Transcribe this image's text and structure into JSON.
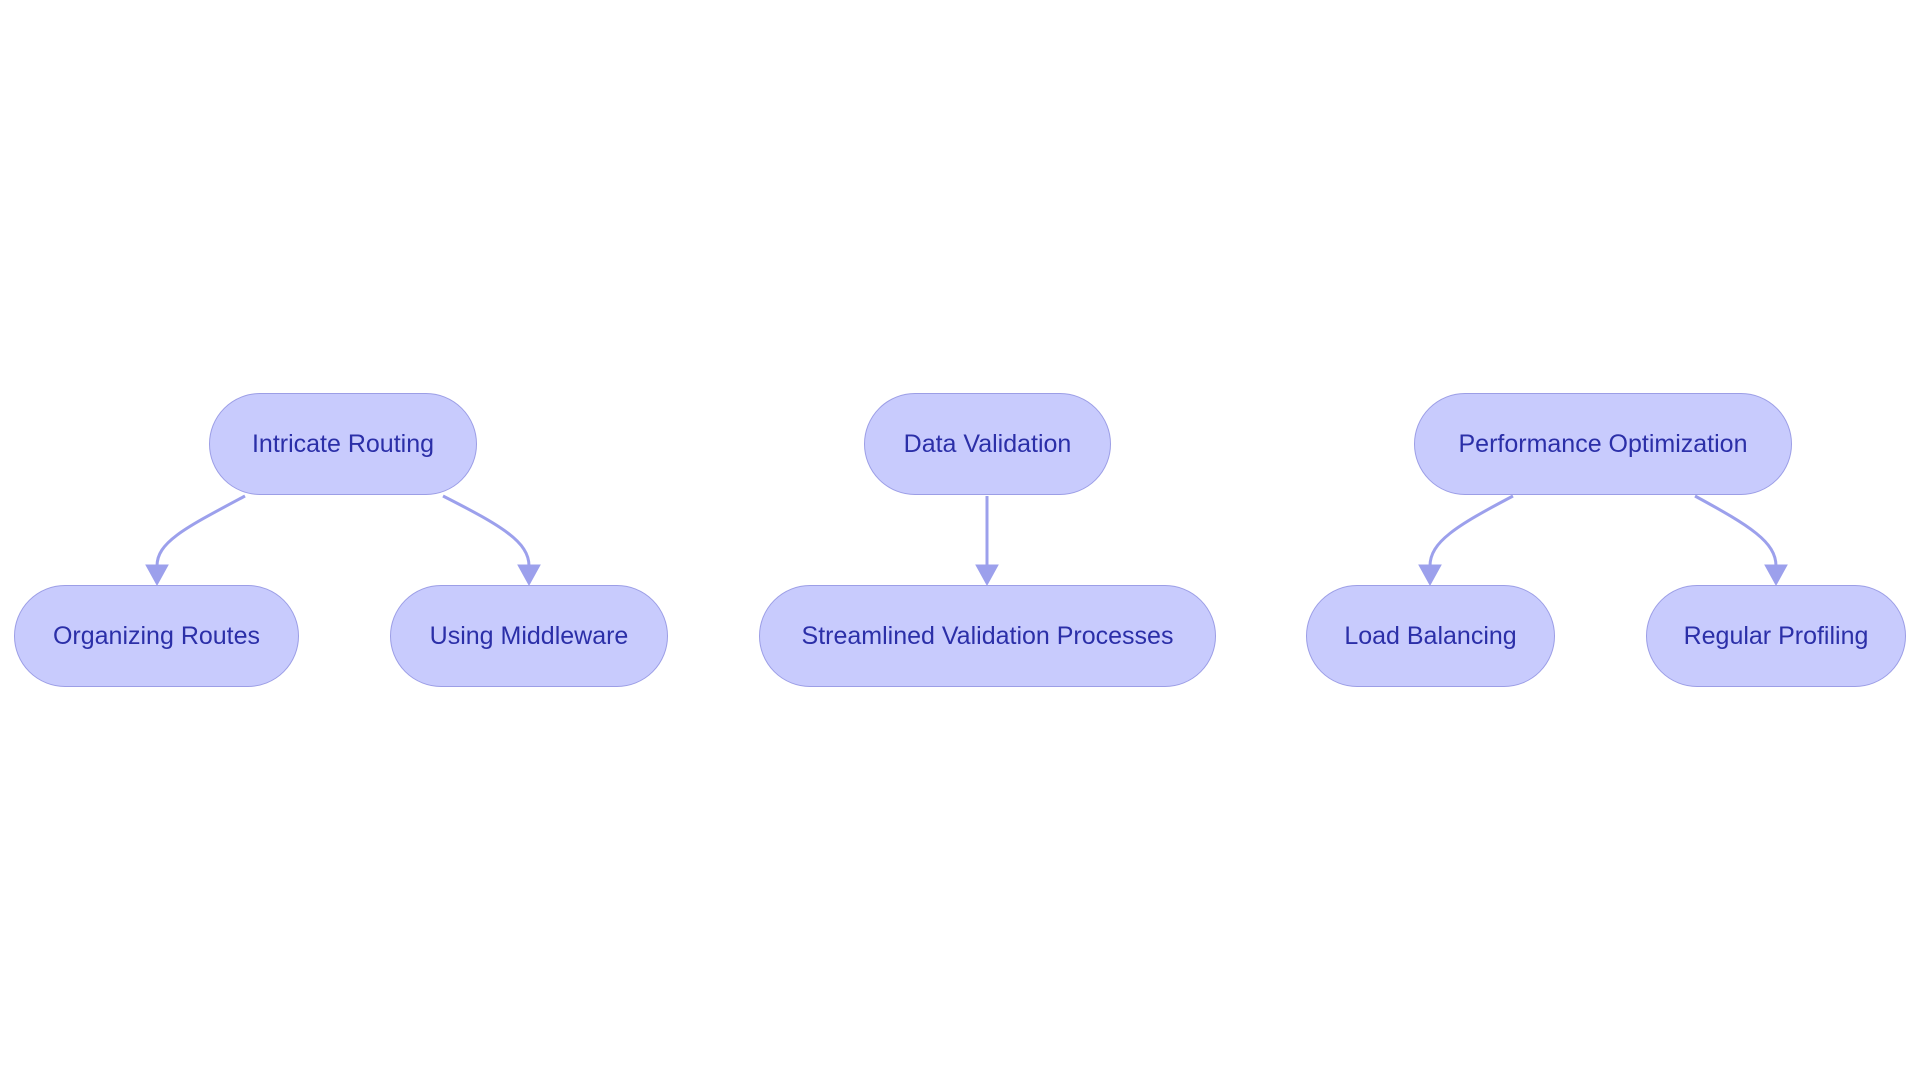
{
  "colors": {
    "node_fill": "#c8cbfd",
    "node_border": "#9c9ee6",
    "node_text": "#2b2fa8",
    "edge": "#9ca0ec",
    "background": "#ffffff"
  },
  "nodes": {
    "intricate_routing": "Intricate Routing",
    "organizing_routes": "Organizing Routes",
    "using_middleware": "Using Middleware",
    "data_validation": "Data Validation",
    "streamlined_validation": "Streamlined Validation Processes",
    "performance_optimization": "Performance Optimization",
    "load_balancing": "Load Balancing",
    "regular_profiling": "Regular Profiling"
  },
  "edges": [
    {
      "from": "Intricate Routing",
      "to": "Organizing Routes"
    },
    {
      "from": "Intricate Routing",
      "to": "Using Middleware"
    },
    {
      "from": "Data Validation",
      "to": "Streamlined Validation Processes"
    },
    {
      "from": "Performance Optimization",
      "to": "Load Balancing"
    },
    {
      "from": "Performance Optimization",
      "to": "Regular Profiling"
    }
  ]
}
